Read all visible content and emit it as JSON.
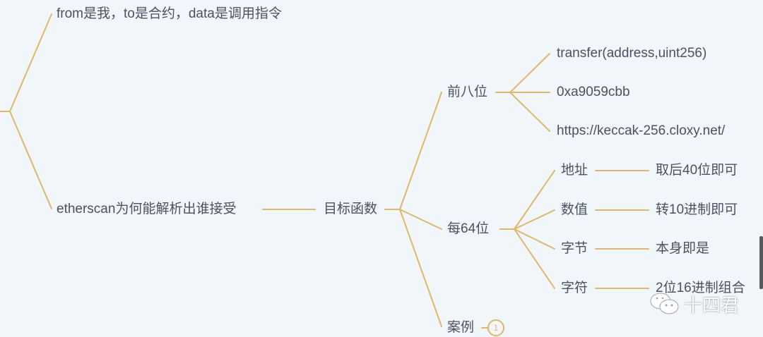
{
  "mindmap": {
    "branches": [
      {
        "label": "from是我，to是合约，data是调用指令"
      },
      {
        "label": "etherscan为何能解析出谁接受"
      }
    ],
    "target_function": {
      "label": "目标函数"
    },
    "first_eight": {
      "label": "前八位",
      "children": [
        {
          "label": "transfer(address,uint256)"
        },
        {
          "label": "0xa9059cbb"
        },
        {
          "label": "https://keccak-256.cloxy.net/"
        }
      ]
    },
    "every_64": {
      "label": "每64位",
      "children": [
        {
          "label": "地址",
          "detail": "取后40位即可"
        },
        {
          "label": "数值",
          "detail": "转10进制即可"
        },
        {
          "label": "字节",
          "detail": "本身即是"
        },
        {
          "label": "字符",
          "detail": "2位16进制组合"
        }
      ]
    },
    "cases": {
      "label": "案例",
      "badge": "1"
    }
  },
  "watermark": {
    "icon": "wechat-icon",
    "text": "十四君"
  },
  "colors": {
    "line": "#e0b865",
    "text": "#4a5262",
    "background": "#f1f6fa"
  }
}
